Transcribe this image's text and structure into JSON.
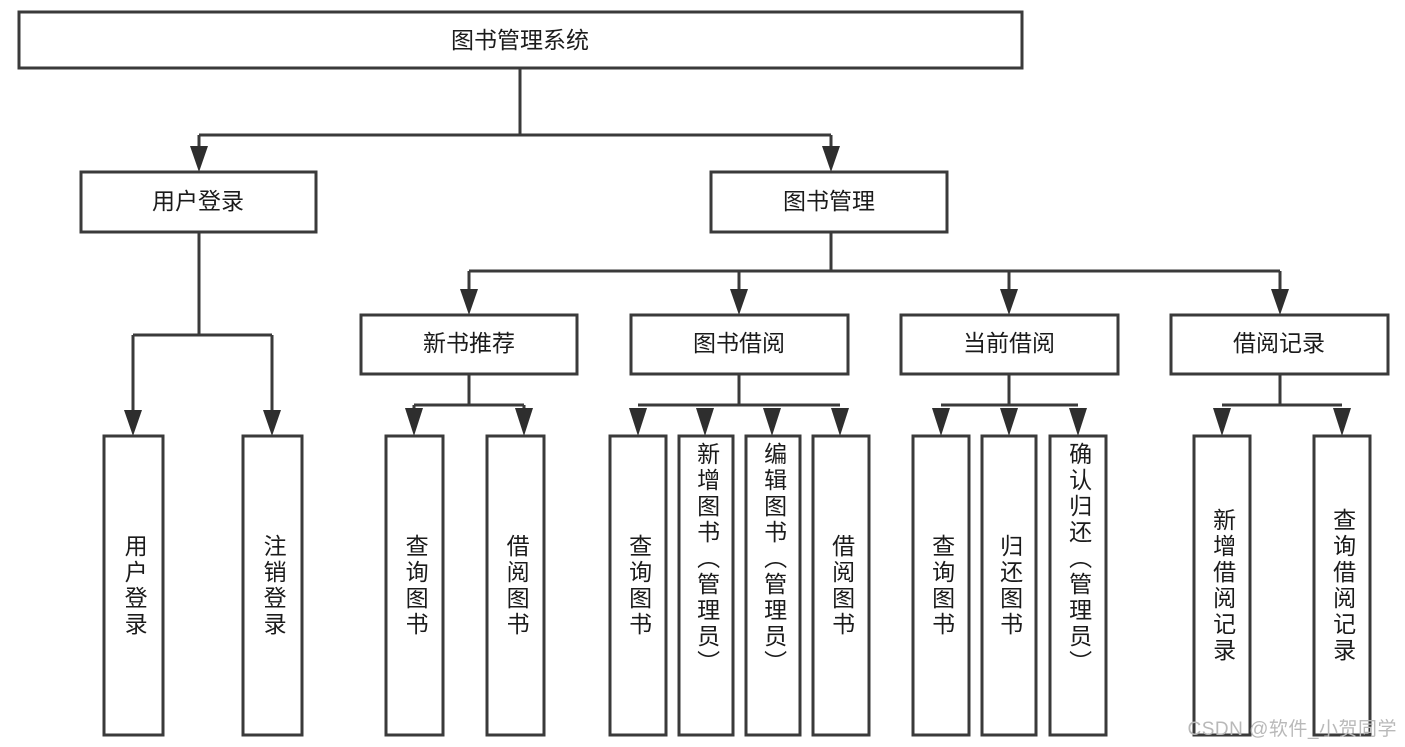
{
  "diagram": {
    "type": "tree-hierarchy",
    "title": "图书管理系统",
    "root": {
      "id": "root",
      "label": "图书管理系统"
    },
    "level1": [
      {
        "id": "user-login",
        "label": "用户登录"
      },
      {
        "id": "book-manage",
        "label": "图书管理"
      }
    ],
    "level2": [
      {
        "id": "new-book-recommend",
        "label": "新书推荐",
        "parent": "book-manage"
      },
      {
        "id": "book-borrow",
        "label": "图书借阅",
        "parent": "book-manage"
      },
      {
        "id": "current-borrow",
        "label": "当前借阅",
        "parent": "book-manage"
      },
      {
        "id": "borrow-record",
        "label": "借阅记录",
        "parent": "book-manage"
      }
    ],
    "leaves": [
      {
        "id": "leaf-user-login",
        "label": "用户登录",
        "parent": "user-login"
      },
      {
        "id": "leaf-logout",
        "label": "注销登录",
        "parent": "user-login"
      },
      {
        "id": "leaf-query-book-1",
        "label": "查询图书",
        "parent": "new-book-recommend"
      },
      {
        "id": "leaf-borrow-book-1",
        "label": "借阅图书",
        "parent": "new-book-recommend"
      },
      {
        "id": "leaf-query-book-2",
        "label": "查询图书",
        "parent": "book-borrow"
      },
      {
        "id": "leaf-add-book",
        "label": "新增图书（管理员）",
        "parent": "book-borrow"
      },
      {
        "id": "leaf-edit-book",
        "label": "编辑图书（管理员）",
        "parent": "book-borrow"
      },
      {
        "id": "leaf-borrow-book-2",
        "label": "借阅图书",
        "parent": "book-borrow"
      },
      {
        "id": "leaf-query-book-3",
        "label": "查询图书",
        "parent": "current-borrow"
      },
      {
        "id": "leaf-return-book",
        "label": "归还图书",
        "parent": "current-borrow"
      },
      {
        "id": "leaf-confirm-return",
        "label": "确认归还（管理员）",
        "parent": "current-borrow"
      },
      {
        "id": "leaf-add-record",
        "label": "新增借阅记录",
        "parent": "borrow-record"
      },
      {
        "id": "leaf-query-record",
        "label": "查询借阅记录",
        "parent": "borrow-record"
      }
    ]
  },
  "watermark": {
    "text": "CSDN @软件_小贺同学"
  },
  "colors": {
    "stroke": "#3a3a3a",
    "arrow": "#2e2e2e",
    "text": "#1b1b1b",
    "background": "#ffffff",
    "watermark": "#b9b9b9"
  }
}
